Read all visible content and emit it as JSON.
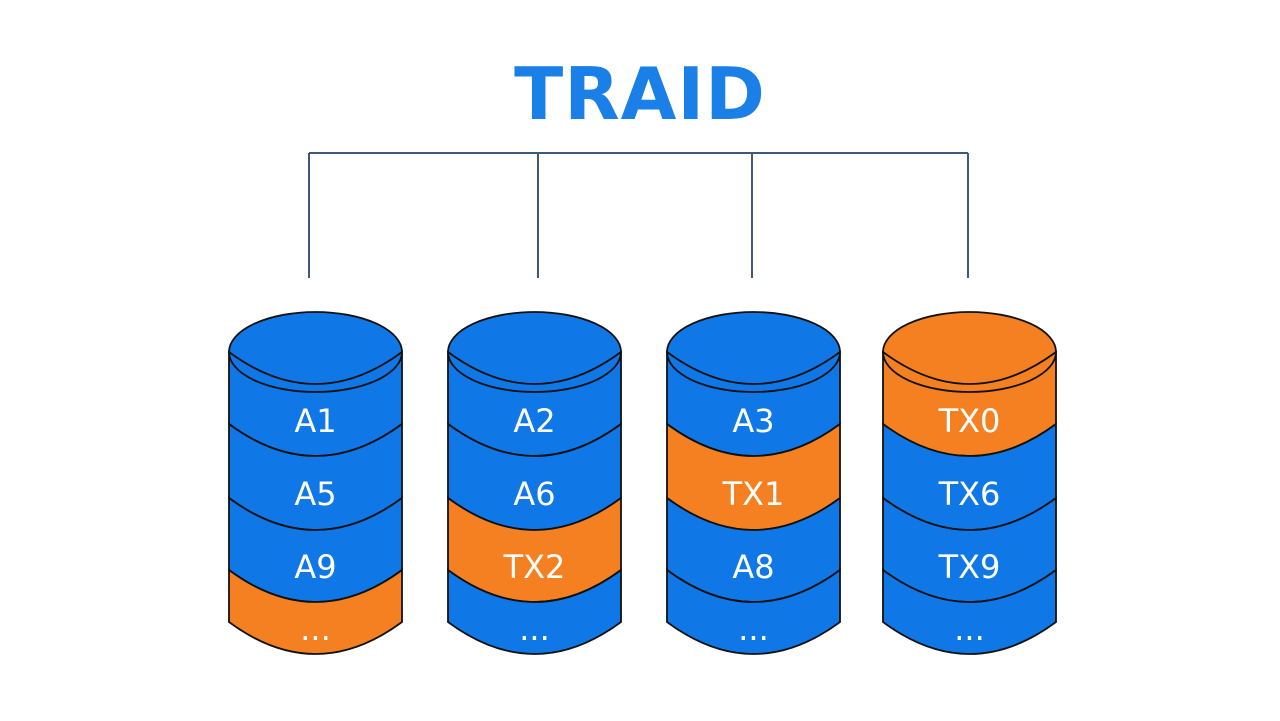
{
  "title": "TRAID",
  "colors": {
    "blue": "#0f78e6",
    "orange": "#f58021",
    "line": "#3d5a78",
    "outline": "#111111"
  },
  "disks": [
    {
      "cap": "blue",
      "bands": [
        {
          "label": "A1",
          "color": "blue"
        },
        {
          "label": "A5",
          "color": "blue"
        },
        {
          "label": "A9",
          "color": "blue"
        },
        {
          "label": "...",
          "color": "orange"
        }
      ]
    },
    {
      "cap": "blue",
      "bands": [
        {
          "label": "A2",
          "color": "blue"
        },
        {
          "label": "A6",
          "color": "blue"
        },
        {
          "label": "TX2",
          "color": "orange"
        },
        {
          "label": "...",
          "color": "blue"
        }
      ]
    },
    {
      "cap": "blue",
      "bands": [
        {
          "label": "A3",
          "color": "blue"
        },
        {
          "label": "TX1",
          "color": "orange"
        },
        {
          "label": "A8",
          "color": "blue"
        },
        {
          "label": "...",
          "color": "blue"
        }
      ]
    },
    {
      "cap": "orange",
      "bands": [
        {
          "label": "TX0",
          "color": "orange"
        },
        {
          "label": "TX6",
          "color": "blue"
        },
        {
          "label": "TX9",
          "color": "blue"
        },
        {
          "label": "...",
          "color": "blue"
        }
      ]
    }
  ]
}
